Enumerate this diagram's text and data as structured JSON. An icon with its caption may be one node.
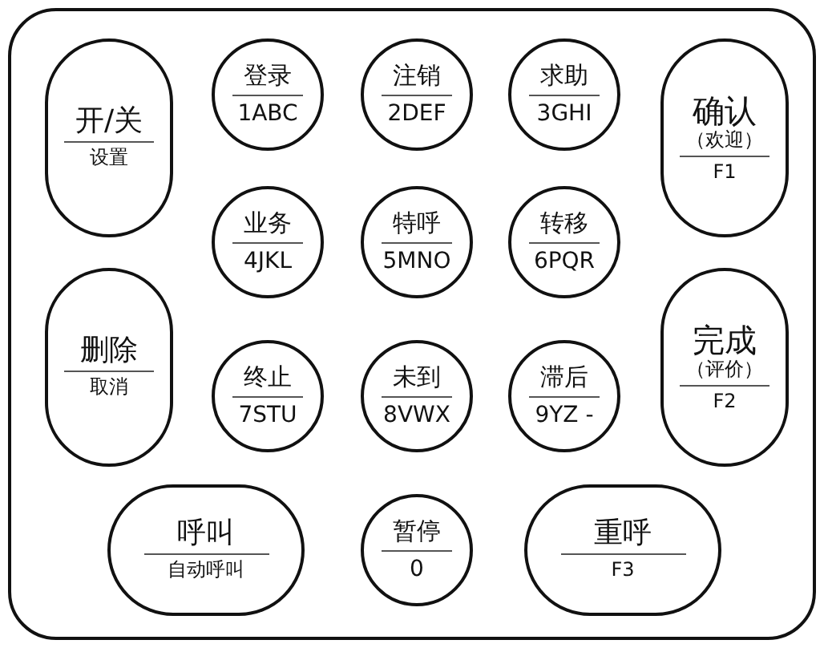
{
  "diagram": {
    "nodes": [
      {
        "text": [],
        "shape": "box"
      },
      {
        "text": [
          "开/关",
          "设置"
        ],
        "in": 0
      },
      {
        "text": [
          "登录",
          "1ABC"
        ],
        "in": 0
      },
      {
        "text": [
          "注销",
          "2DEF"
        ],
        "in": 0
      },
      {
        "text": [
          "求助",
          "3GHI"
        ],
        "in": 0
      },
      {
        "text": [
          "确认",
          "（欢迎）",
          "F1"
        ],
        "in": 0
      },
      {
        "text": [
          "业务",
          "4JKL"
        ],
        "in": 0
      },
      {
        "text": [
          "特呼",
          "5MNO"
        ],
        "in": 0
      },
      {
        "text": [
          "转移",
          "6PQR"
        ],
        "in": 0
      },
      {
        "text": [
          "删除",
          "取消"
        ],
        "in": 0
      },
      {
        "text": [
          "完成",
          "（评价）",
          "F2"
        ],
        "in": 0
      },
      {
        "text": [
          "终止",
          "7STU"
        ],
        "in": 0
      },
      {
        "text": [
          "未到",
          "8VWX"
        ],
        "in": 0
      },
      {
        "text": [
          "滞后",
          "9YZ -"
        ],
        "in": 0
      },
      {
        "text": [
          "呼叫",
          "自动呼叫"
        ],
        "in": 0
      },
      {
        "text": [
          "暂停",
          "0"
        ],
        "in": 0
      },
      {
        "text": [
          "重呼",
          "F3"
        ],
        "in": 0
      }
    ]
  }
}
